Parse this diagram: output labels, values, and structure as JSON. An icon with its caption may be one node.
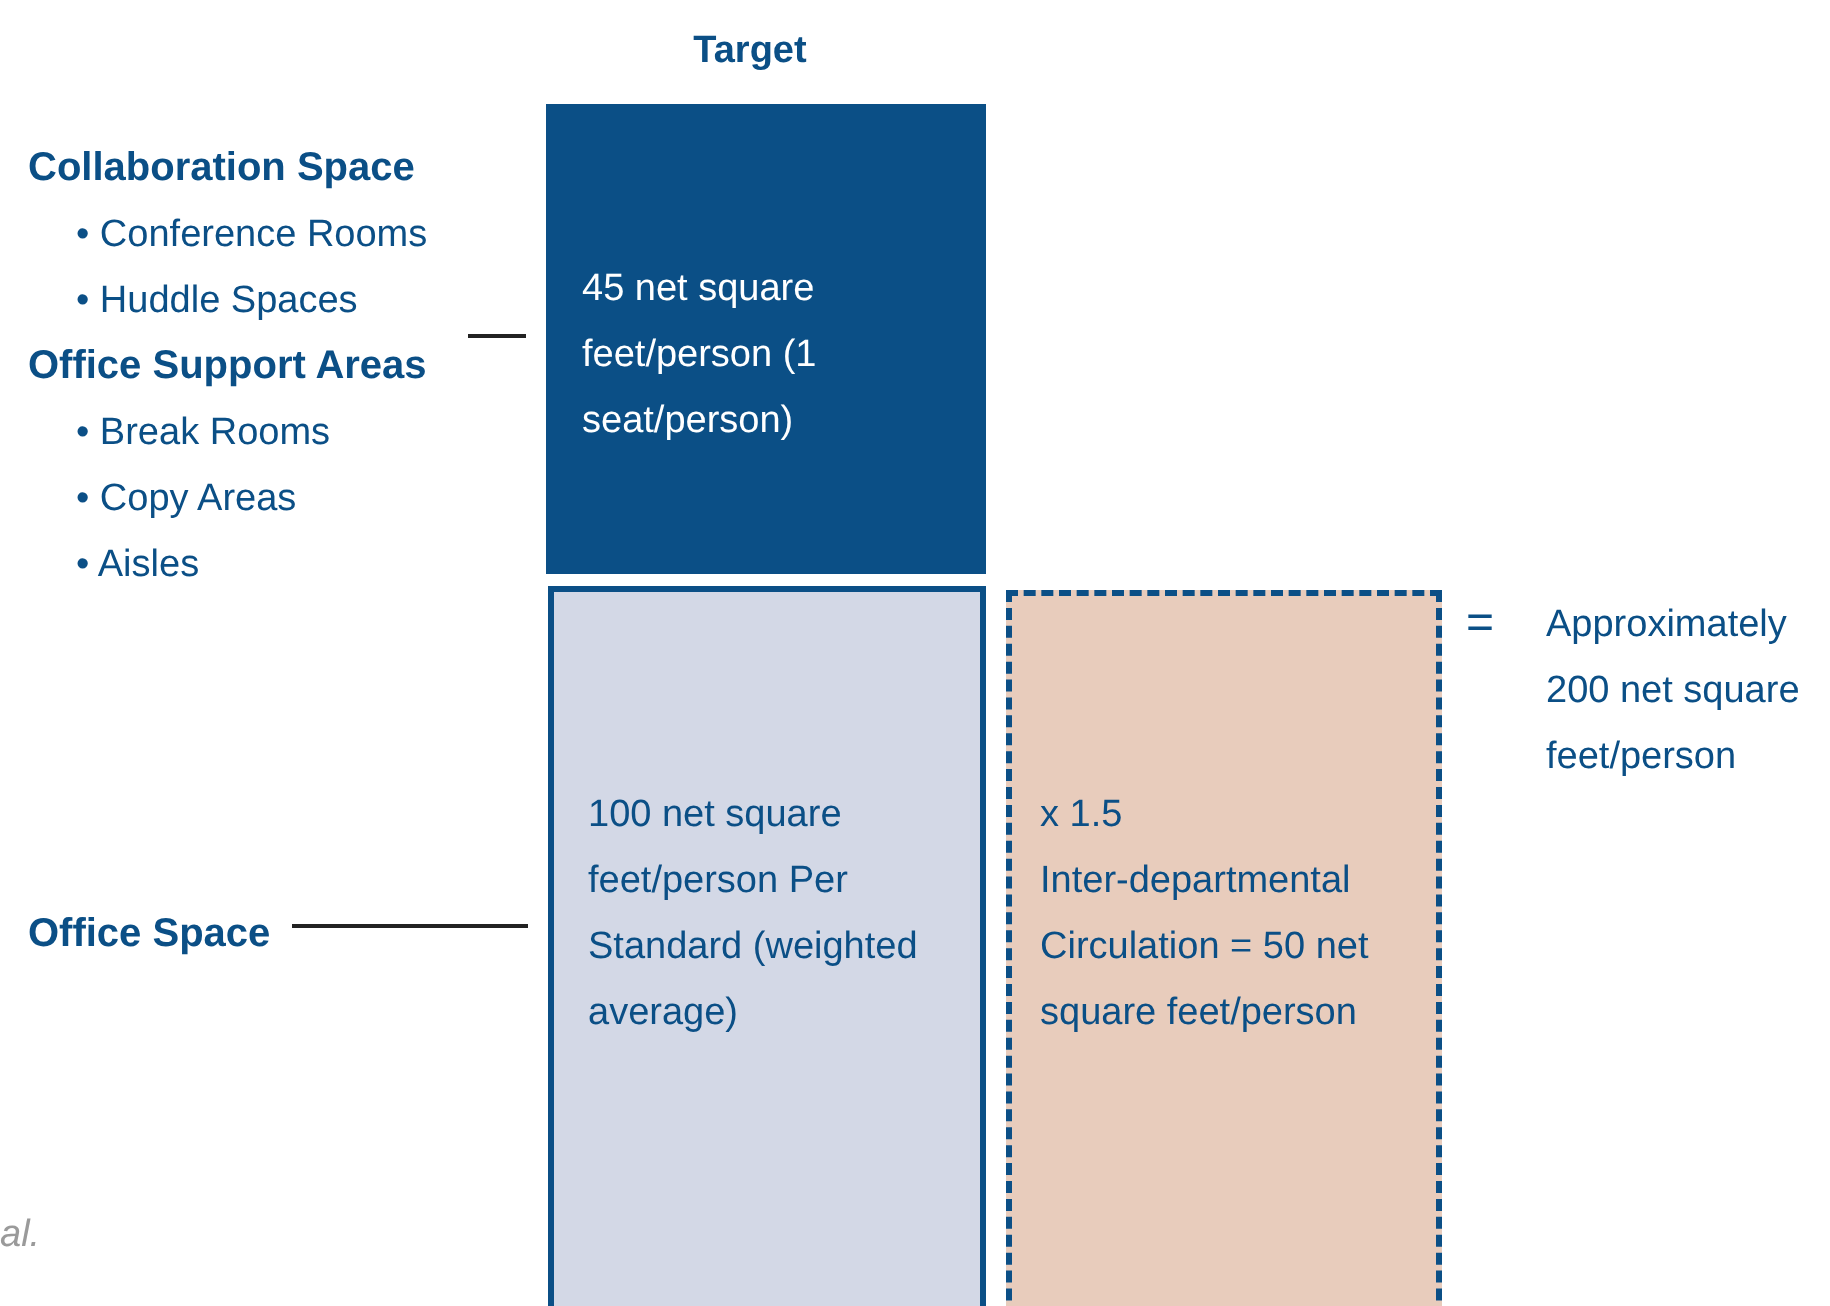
{
  "diagram": {
    "nodes": [
      {
        "text": [
          "Collaboration Space",
          "• Conference Rooms",
          "• Huddle Spaces",
          "Office Support Areas",
          "• Break Rooms",
          "• Copy Areas",
          "• Aisles"
        ]
      },
      {
        "text": [
          "45 net square feet/person (1 seat/person)"
        ]
      },
      {
        "text": [
          "Office Space"
        ]
      },
      {
        "text": [
          "100 net square feet/person Per Standard (weighted average)"
        ]
      },
      {
        "text": [
          "x 1.5",
          "Inter-departmental Circulation = 50 net square feet/person"
        ]
      }
    ],
    "edges": [
      {
        "from": 0,
        "to": 1,
        "arrow": "none"
      },
      {
        "from": 2,
        "to": 3,
        "arrow": "none"
      }
    ],
    "labels": [
      "Target",
      "=",
      "Approximately 200 net square feet/person",
      "al."
    ]
  }
}
